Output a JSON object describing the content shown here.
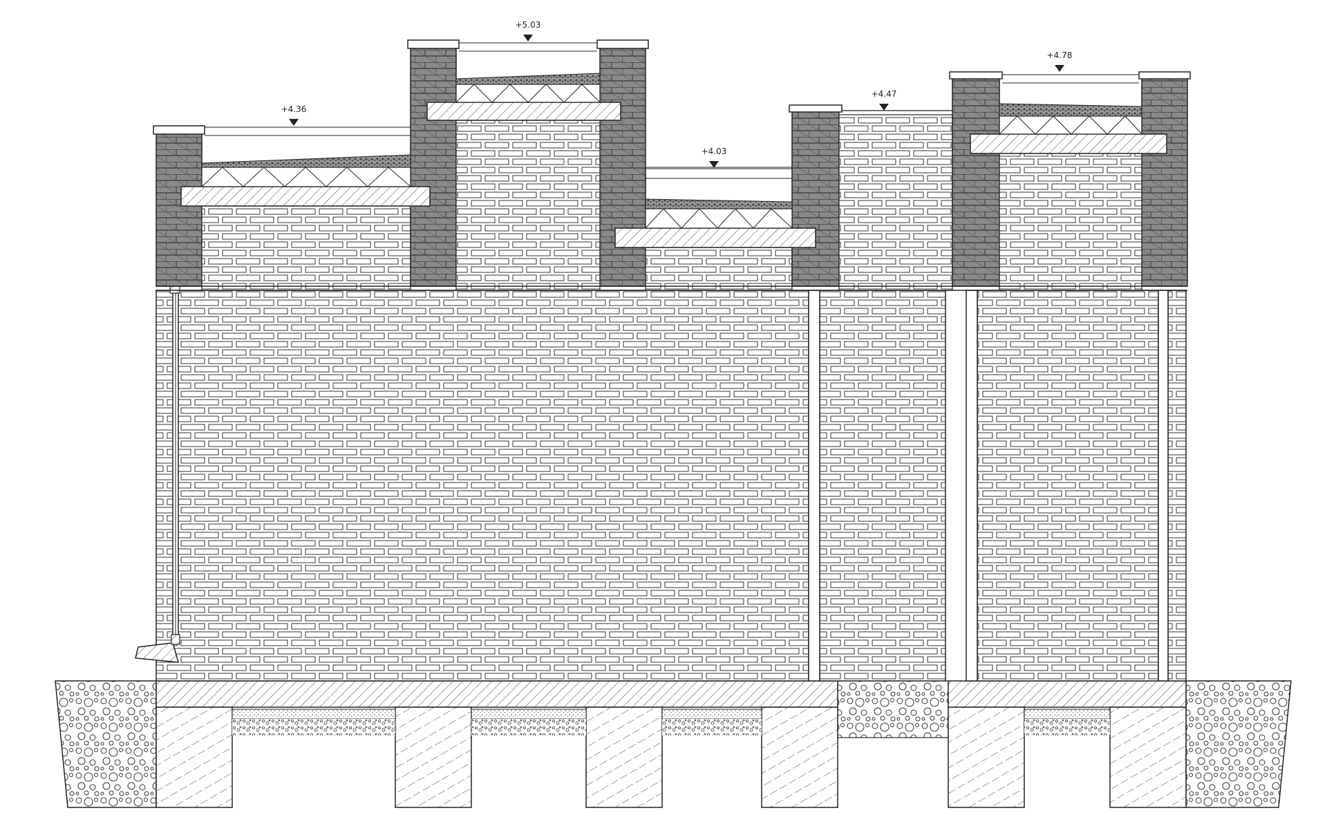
{
  "levels": [
    {
      "id": "roof-1",
      "label": "+4.36"
    },
    {
      "id": "roof-2",
      "label": "+5.03"
    },
    {
      "id": "roof-3",
      "label": "+4.03"
    },
    {
      "id": "roof-4",
      "label": "+4.47"
    },
    {
      "id": "roof-5",
      "label": "+4.78"
    }
  ],
  "colors": {
    "line": "#222222",
    "background": "#ffffff",
    "dark_brick": "#7a7a7a"
  }
}
